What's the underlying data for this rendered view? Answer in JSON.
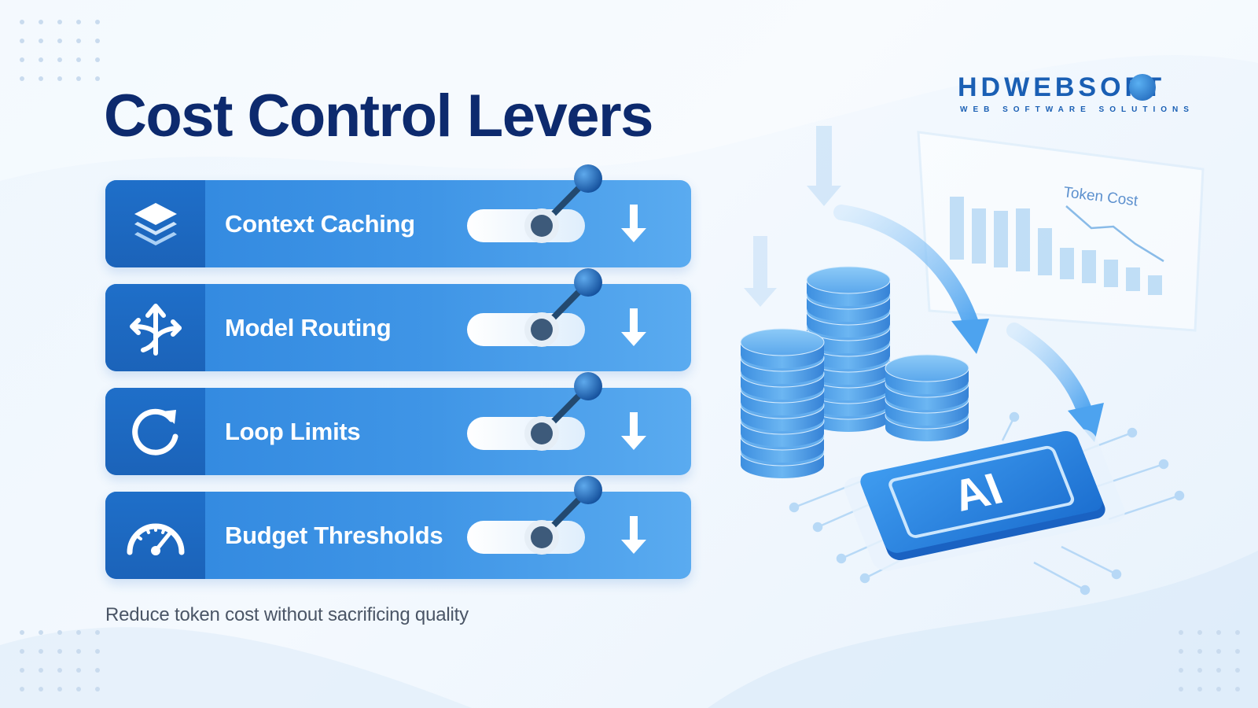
{
  "title": "Cost Control Levers",
  "levers": [
    {
      "label": "Context Caching",
      "icon": "layers-icon"
    },
    {
      "label": "Model Routing",
      "icon": "split-route-icon"
    },
    {
      "label": "Loop Limits",
      "icon": "refresh-icon"
    },
    {
      "label": "Budget Thresholds",
      "icon": "gauge-icon"
    }
  ],
  "caption": "Reduce token cost without sacrificing quality",
  "brand": {
    "name": "HDWEBSOFT",
    "tagline": "WEB SOFTWARE SOLUTIONS"
  },
  "illustration": {
    "panel_title": "Token Cost",
    "chip_label": "AI"
  },
  "colors": {
    "title": "#0d2a6e",
    "lever_fill": "#3f95e6",
    "icon_box": "#1c66bd",
    "knob": "#1a5fb4",
    "brand": "#1a5fb4"
  }
}
